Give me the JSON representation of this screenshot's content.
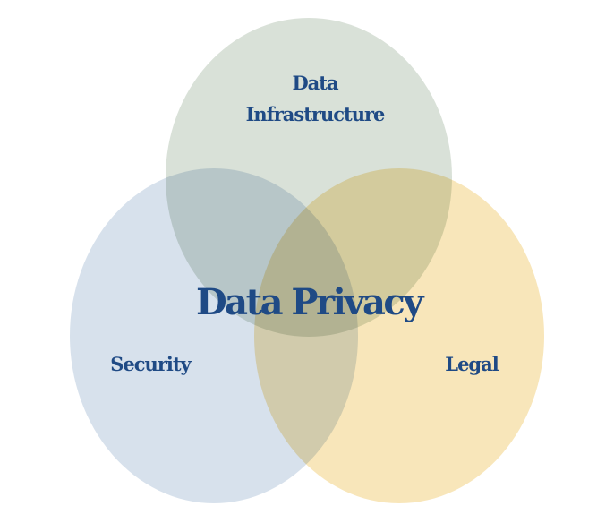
{
  "diagram": {
    "type": "venn",
    "center_label": "Data Privacy",
    "sets": [
      {
        "id": "data-infrastructure",
        "label_lines": [
          "Data",
          "Infrastructure"
        ],
        "color": "#d6ded5"
      },
      {
        "id": "security",
        "label_lines": [
          "Security"
        ],
        "color": "#d4deea"
      },
      {
        "id": "legal",
        "label_lines": [
          "Legal"
        ],
        "color": "#f7e4b4"
      }
    ],
    "text_color": "#1f4a85"
  }
}
